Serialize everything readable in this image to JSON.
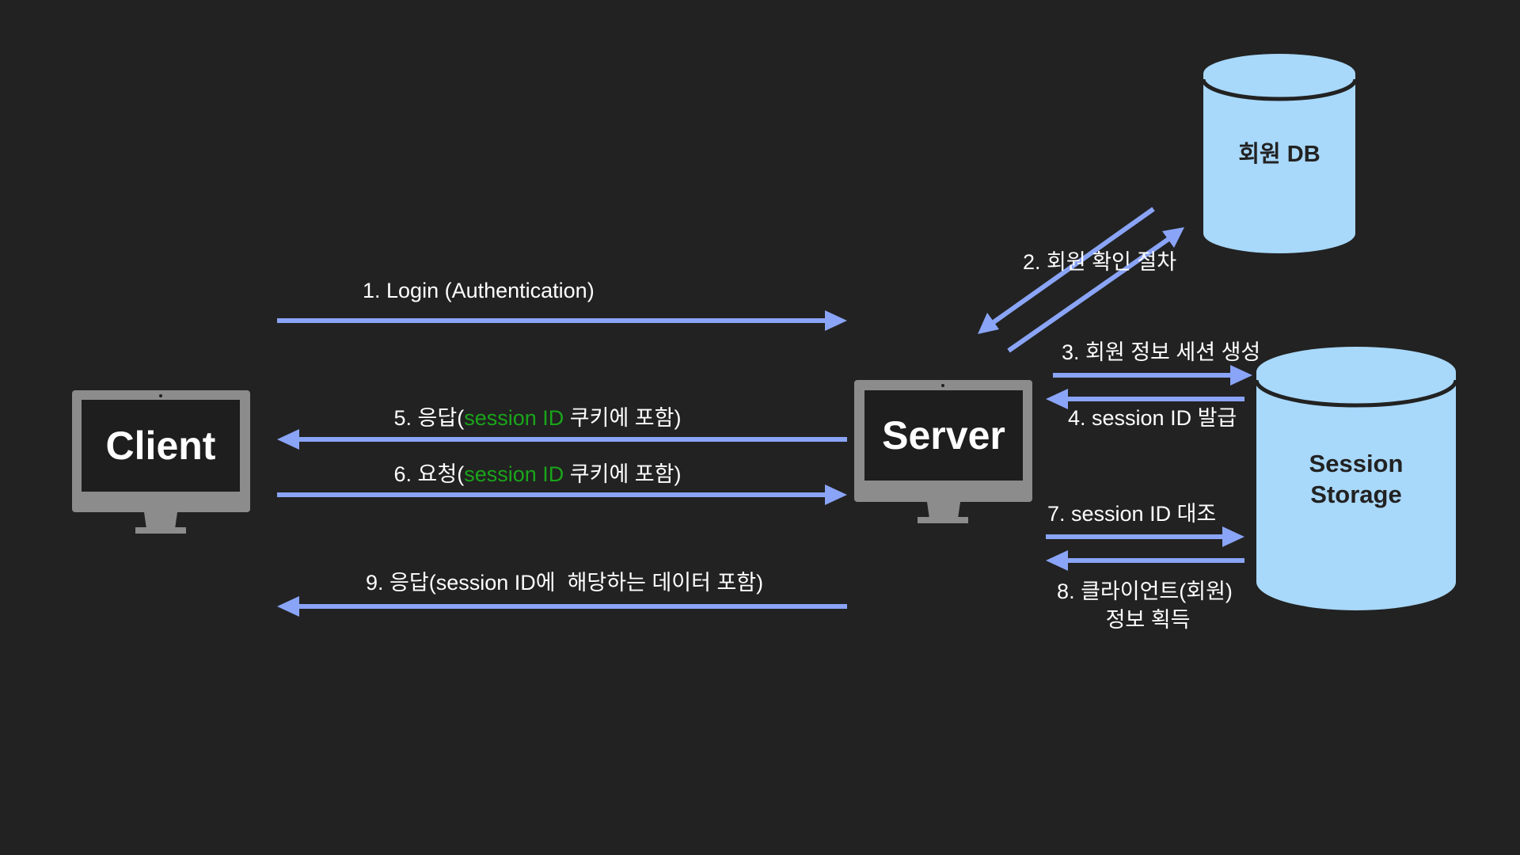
{
  "colors": {
    "background": "#222222",
    "arrow": "#8aa4f7",
    "monitor": "#8c8c8c",
    "screen": "#1e1e1e",
    "cylinder": "#a8d8fa",
    "highlight": "#1aa51a",
    "text": "#ffffff"
  },
  "nodes": {
    "client": {
      "label": "Client",
      "icon": "monitor-icon"
    },
    "server": {
      "label": "Server",
      "icon": "monitor-icon"
    },
    "member_db": {
      "label": "회원 DB",
      "icon": "database-icon"
    },
    "session_storage": {
      "label_line1": "Session",
      "label_line2": "Storage",
      "icon": "database-icon"
    }
  },
  "steps": {
    "s1": {
      "text": "1. Login (Authentication)"
    },
    "s2": {
      "text": "2. 회원 확인 절차"
    },
    "s3": {
      "text": "3. 회원 정보 세션 생성"
    },
    "s4": {
      "text": "4. session ID 발급"
    },
    "s5": {
      "prefix": "5. 응답(",
      "highlight": "session ID",
      "suffix": " 쿠키에 포함)"
    },
    "s6": {
      "prefix": "6. 요청(",
      "highlight": "session ID",
      "suffix": " 쿠키에 포함)"
    },
    "s7": {
      "text": "7. session ID 대조"
    },
    "s8": {
      "line1": "8. 클라이언트(회원)",
      "line2": "정보 획득"
    },
    "s9": {
      "text": "9. 응답(session ID에  해당하는 데이터 포함)"
    }
  }
}
